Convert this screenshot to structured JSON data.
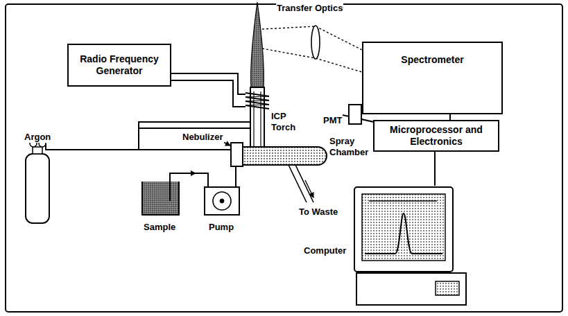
{
  "diagram": {
    "nodes": [
      {
        "text": [
          "Radio Frequency Generator"
        ]
      },
      {
        "text": [
          "Spectrometer"
        ]
      },
      {
        "text": [
          "PMT"
        ]
      },
      {
        "text": [
          "Microprocessor and Electronics"
        ]
      },
      {
        "text": [
          "Computer"
        ]
      }
    ],
    "edges": [
      {
        "from": 1,
        "to": 3,
        "arrow": "none"
      },
      {
        "from": 2,
        "to": 3,
        "arrow": "none"
      },
      {
        "from": 3,
        "to": 4,
        "arrow": "none"
      }
    ],
    "labels": [
      "Transfer Optics",
      "ICP Torch",
      "Argon",
      "Nebulizer",
      "Spray Chamber",
      "Sample",
      "Pump",
      "To Waste"
    ]
  }
}
